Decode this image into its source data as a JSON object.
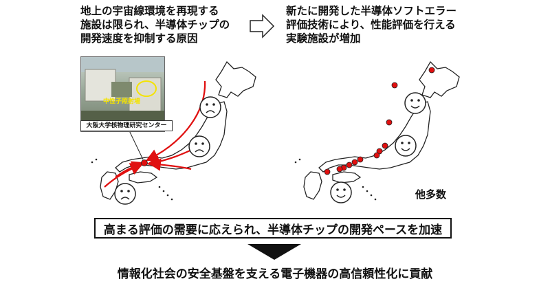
{
  "left_caption": "地上の宇宙線環境を再現する\n施設は限られ、半導体チップの\n開発速度を抑制する原因",
  "right_caption": "新たに開発した半導体ソフトエラー\n評価技術により、性能評価を行える\n実験施設が増加",
  "photo": {
    "inner_label": "中性子照射場",
    "caption": "大阪大学核物理研究センター"
  },
  "footnote": "他多数",
  "summary": "高まる評価の需要に応えられ、半導体チップの開発ペースを加速",
  "conclusion": "情報化社会の安全基盤を支える電子機器の高信頼性化に貢献",
  "colors": {
    "marker": "#e01010",
    "arrow": "#e01010",
    "map_stroke": "#222222",
    "photo_ring": "#f4e300"
  },
  "icons": [
    "sad-face-icon",
    "smile-face-icon",
    "transition-arrow-icon",
    "down-arrow-icon"
  ]
}
